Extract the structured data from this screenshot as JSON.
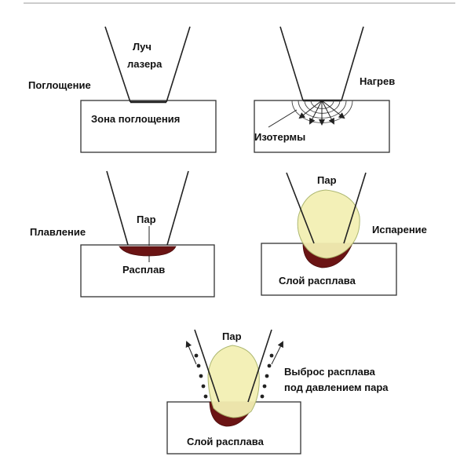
{
  "panels": {
    "absorption": {
      "stage": "Поглощение",
      "beam_label_1": "Луч",
      "beam_label_2": "лазера",
      "zone_label": "Зона поглощения"
    },
    "heating": {
      "stage": "Нагрев",
      "isotherm_label": "Изотермы"
    },
    "melting": {
      "stage": "Плавление",
      "vapor_label": "Пар",
      "melt_label": "Расплав"
    },
    "evaporation": {
      "stage": "Испарение",
      "vapor_label": "Пар",
      "melt_label": "Слой расплава"
    },
    "ejection": {
      "stage_1": "Выброс расплава",
      "stage_2": "под давлением пара",
      "vapor_label": "Пар",
      "melt_label": "Слой расплава"
    }
  },
  "colors": {
    "melt": "#6b1414",
    "vapor": "#f3f0b4",
    "outline": "#333333"
  }
}
